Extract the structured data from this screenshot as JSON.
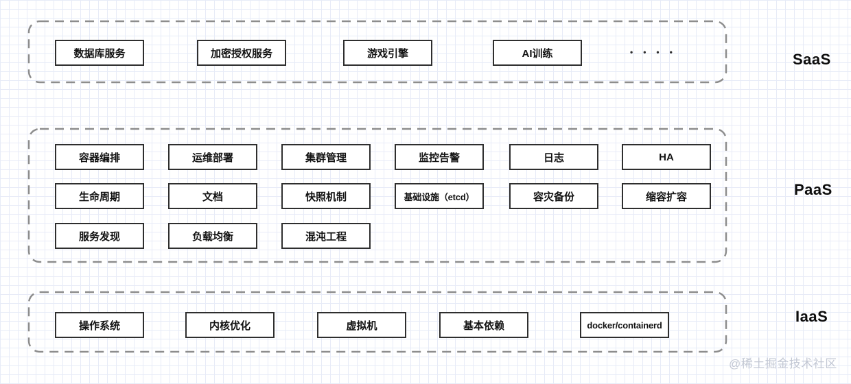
{
  "diagram": {
    "layers": [
      {
        "id": "saas",
        "label": "SaaS",
        "ellipsis": "••••",
        "rows": [
          [
            "数据库服务",
            "加密授权服务",
            "游戏引擎",
            "AI训练"
          ]
        ]
      },
      {
        "id": "paas",
        "label": "PaaS",
        "rows": [
          [
            "容器编排",
            "运维部署",
            "集群管理",
            "监控告警",
            "日志",
            "HA"
          ],
          [
            "生命周期",
            "文档",
            "快照机制",
            "基础设施（etcd）",
            "容灾备份",
            "缩容扩容"
          ],
          [
            "服务发现",
            "负载均衡",
            "混沌工程"
          ]
        ]
      },
      {
        "id": "iaas",
        "label": "IaaS",
        "rows": [
          [
            "操作系统",
            "内核优化",
            "虚拟机",
            "基本依赖",
            "docker/containerd"
          ]
        ]
      }
    ],
    "watermark": "@稀土掘金技术社区",
    "colors": {
      "box_border": "#2e2e2e",
      "dashed_border": "#8d8d8d",
      "grid_line": "#e7ebf7",
      "label": "#0d0d0d",
      "watermark": "#c3c8d4"
    }
  }
}
